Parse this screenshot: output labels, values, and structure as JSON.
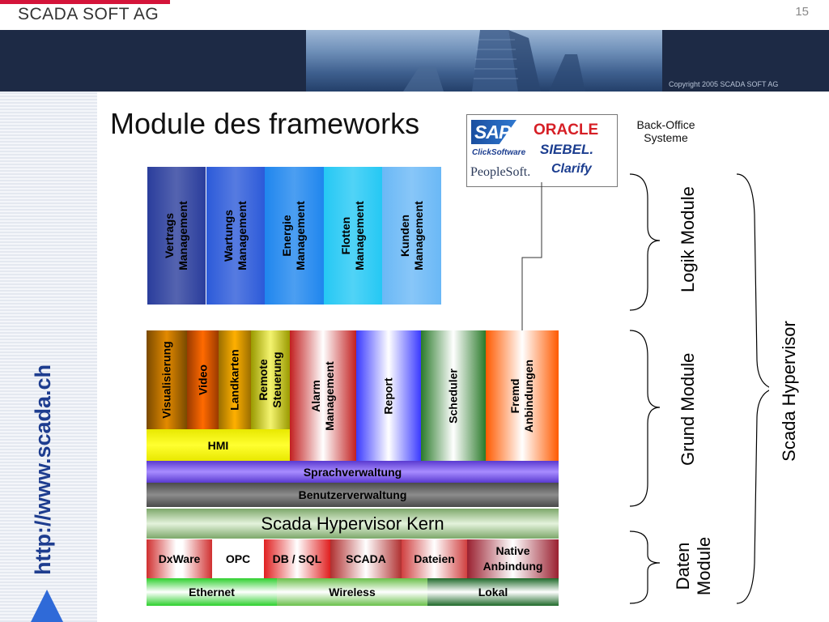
{
  "header": {
    "logo": "SCADA SOFT AG",
    "slide_number": "15",
    "copyright": "Copyright  2005  SCADA SOFT AG"
  },
  "side": {
    "url_prefix": "http://",
    "url_domain": "www.scada.ch"
  },
  "title": "Module des frameworks",
  "back_office": {
    "label_line1": "Back-Office",
    "label_line2": "Systeme",
    "logos": [
      "SAP",
      "ORACLE",
      "ClickSoftware",
      "SIEBEL.",
      "PeopleSoft.",
      "Clarify"
    ]
  },
  "logic_modules": [
    {
      "line1": "Vertrags",
      "line2": "Management",
      "color": "#2a3d9c"
    },
    {
      "line1": "Wartungs",
      "line2": "Management",
      "color": "#2c5ad9"
    },
    {
      "line1": "Energie",
      "line2": "Management",
      "color": "#1f86ee"
    },
    {
      "line1": "Flotten",
      "line2": "Management",
      "color": "#25c8f4"
    },
    {
      "line1": "Kunden",
      "line2": "Management",
      "color": "#6ab8f6"
    }
  ],
  "grund_modules": {
    "visualisierung": "Visualisierung",
    "video": "Video",
    "landkarten": "Landkarten",
    "remote_line1": "Remote",
    "remote_line2": "Steuerung",
    "alarm_line1": "Alarm",
    "alarm_line2": "Management",
    "report": "Report",
    "scheduler": "Scheduler",
    "fremd_line1": "Fremd",
    "fremd_line2": "Anbindungen",
    "hmi": "HMI",
    "sprachverwaltung": "Sprachverwaltung",
    "benutzerverwaltung": "Benutzerverwaltung"
  },
  "kern": "Scada Hypervisor Kern",
  "daten_modules": {
    "dxware": "DxWare",
    "opc": "OPC",
    "dbsql": "DB / SQL",
    "scada": "SCADA",
    "dateien": "Dateien",
    "native_line1": "Native",
    "native_line2": "Anbindung",
    "ethernet": "Ethernet",
    "wireless": "Wireless",
    "lokal": "Lokal"
  },
  "braces": {
    "logik": "Logik Module",
    "grund": "Grund Module",
    "daten_line1": "Daten",
    "daten_line2": "Module",
    "hypervisor": "Scada Hypervisor"
  }
}
